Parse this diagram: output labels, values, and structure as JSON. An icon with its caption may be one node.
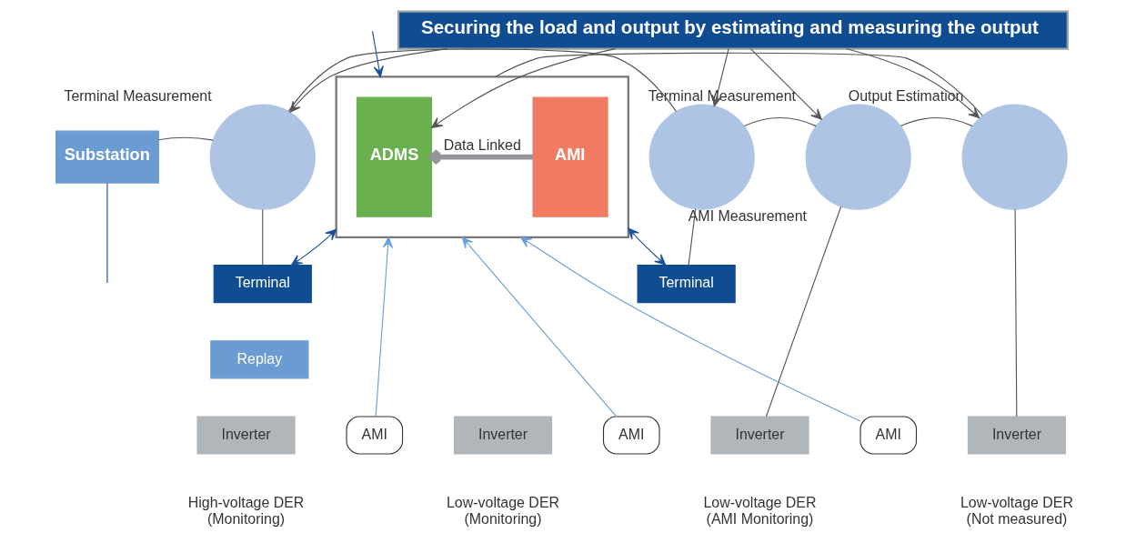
{
  "diagram": {
    "nodes": [
      {
        "text": [
          "Securing the load and output by estimating and measuring the output"
        ]
      },
      {
        "text": [
          "Substation"
        ]
      },
      {
        "text": [],
        "shape": "circle",
        "beside": [
          "Terminal Measurement"
        ]
      },
      {
        "text": [],
        "shape": "circle",
        "beside": [
          "Terminal Measurement"
        ]
      },
      {
        "text": [],
        "shape": "circle",
        "beside": [
          "AMI Measurement"
        ]
      },
      {
        "text": [],
        "shape": "circle",
        "beside": [
          "Output Estimation"
        ]
      },
      {
        "text": [],
        "shape": "box"
      },
      {
        "text": [
          "ADMS"
        ],
        "in": 6
      },
      {
        "text": [
          "AMI"
        ],
        "in": 6
      },
      {
        "text": [
          "Terminal"
        ]
      },
      {
        "text": [
          "Terminal"
        ]
      },
      {
        "text": [
          "Replay"
        ]
      },
      {
        "text": [
          "Inverter"
        ],
        "beside": [
          "High-voltage DER (Monitoring)"
        ]
      },
      {
        "text": [
          "AMI"
        ]
      },
      {
        "text": [
          "Inverter"
        ],
        "beside": [
          "Low-voltage DER (Monitoring)"
        ]
      },
      {
        "text": [
          "AMI"
        ]
      },
      {
        "text": [
          "Inverter"
        ],
        "beside": [
          "Low-voltage DER (AMI Monitoring)"
        ]
      },
      {
        "text": [
          "AMI"
        ]
      },
      {
        "text": [
          "Inverter"
        ],
        "beside": [
          "Low-voltage DER (Not measured)"
        ]
      }
    ],
    "edges": [
      {
        "from": 0,
        "to": 2,
        "arrow": "to"
      },
      {
        "from": 0,
        "to": 3,
        "arrow": "to"
      },
      {
        "from": 0,
        "to": 4,
        "arrow": "to"
      },
      {
        "from": 0,
        "to": 5,
        "arrow": "to"
      },
      {
        "from": 0,
        "to": 7,
        "arrow": "to"
      },
      {
        "from": 1,
        "to": 2,
        "arrow": "none"
      },
      {
        "from": 2,
        "to": 3,
        "arrow": "none"
      },
      {
        "from": 3,
        "to": 4,
        "arrow": "none"
      },
      {
        "from": 4,
        "to": 5,
        "arrow": "none"
      },
      {
        "from": 5,
        "to": 6,
        "arrow": "none"
      },
      {
        "from": 2,
        "to": 9,
        "arrow": "none"
      },
      {
        "from": 3,
        "to": 10,
        "arrow": "none"
      },
      {
        "from": 4,
        "to": 16,
        "arrow": "none"
      },
      {
        "from": 5,
        "to": 18,
        "arrow": "none"
      },
      {
        "from": 8,
        "to": 7,
        "arrow": "to",
        "label": "Data Linked",
        "style": "thick",
        "color": "#939598"
      },
      {
        "from": 10,
        "to": 6,
        "arrow": "both",
        "color": "#1a4f9c"
      },
      {
        "from": 6,
        "to": 9,
        "arrow": "both",
        "color": "#1a4f9c"
      },
      {
        "from": null,
        "to": 6,
        "arrow": "to",
        "color": "#1a4f9c"
      },
      {
        "from": 1,
        "to": null,
        "arrow": "none",
        "color": "#1a4f9c"
      },
      {
        "from": 13,
        "to": 6,
        "arrow": "to",
        "color": "#6a9fd8"
      },
      {
        "from": 15,
        "to": 6,
        "arrow": "to",
        "color": "#6a9fd8"
      },
      {
        "from": 17,
        "to": 6,
        "arrow": "to",
        "color": "#6a9fd8"
      }
    ]
  }
}
